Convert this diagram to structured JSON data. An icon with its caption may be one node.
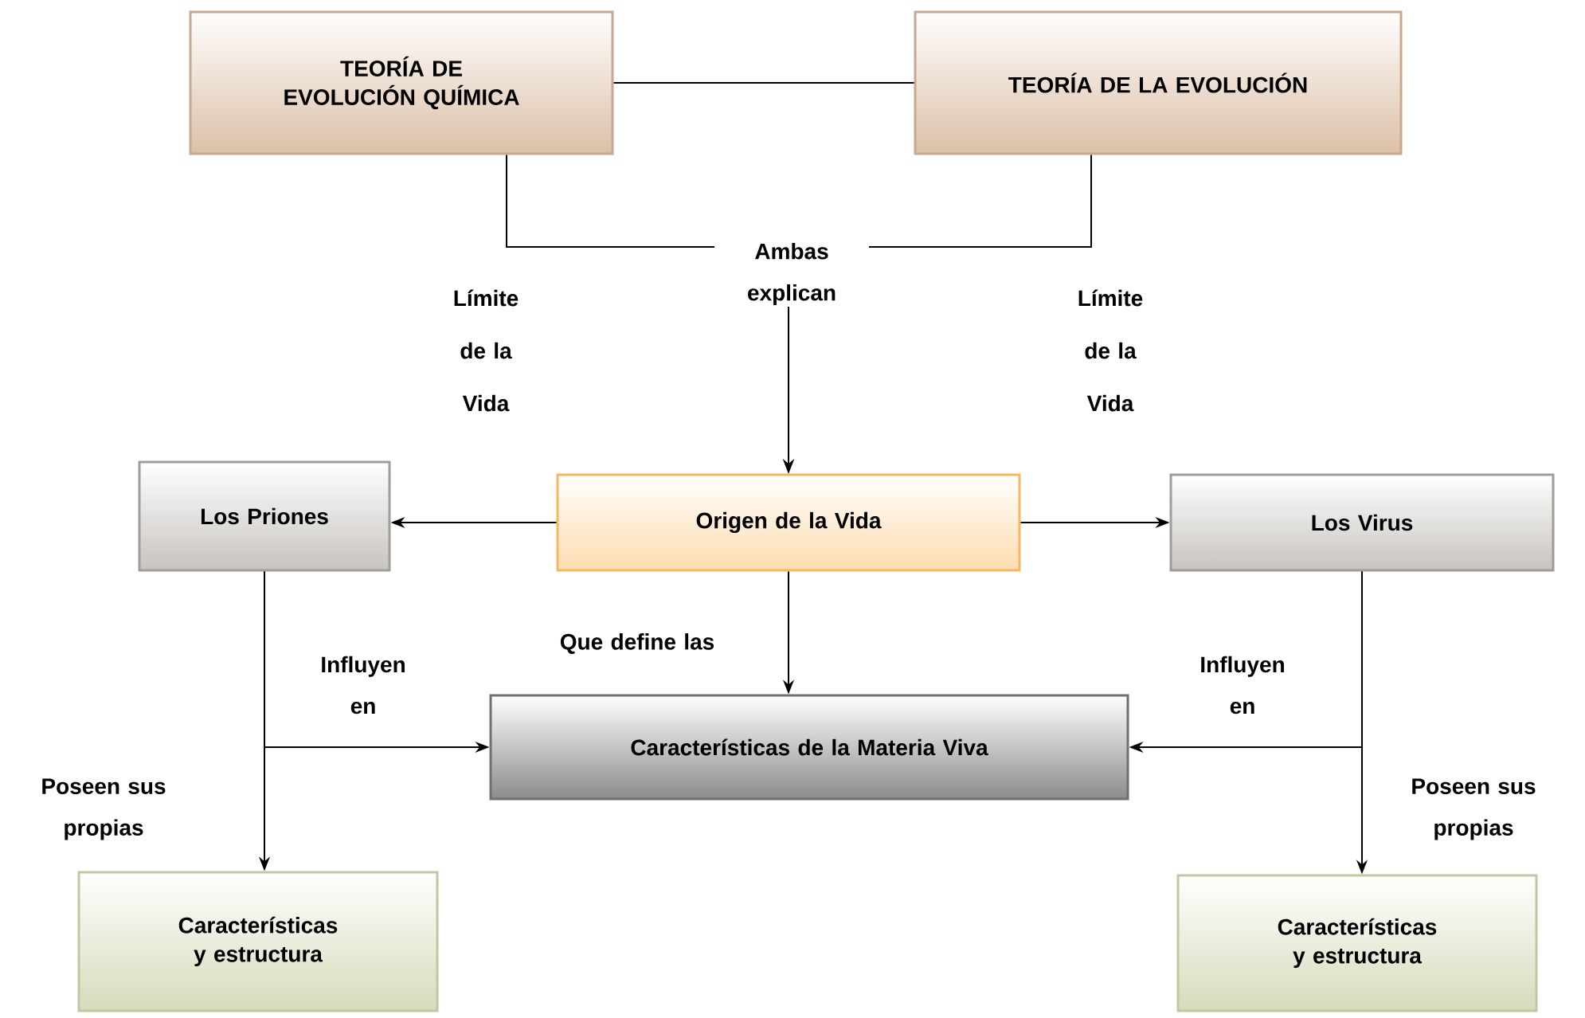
{
  "diagram": {
    "nodes": [
      {
        "text": [
          "TEORÍA DE EVOLUCIÓN QUÍMICA"
        ]
      },
      {
        "text": [
          "TEORÍA DE LA EVOLUCIÓN"
        ]
      },
      {
        "text": [
          "Origen de la Vida"
        ]
      },
      {
        "text": [
          "Los Priones"
        ]
      },
      {
        "text": [
          "Los Virus"
        ]
      },
      {
        "text": [
          "Características de la Materia Viva"
        ]
      },
      {
        "text": [
          "Características y estructura"
        ]
      },
      {
        "text": [
          "Características y estructura"
        ]
      }
    ],
    "edges": [
      {
        "from": 0,
        "to": 1,
        "arrow": "none"
      },
      {
        "from": 0,
        "to": 2,
        "arrow": "to",
        "label": "Ambas explican"
      },
      {
        "from": 1,
        "to": 2,
        "arrow": "to"
      },
      {
        "from": 2,
        "to": 3,
        "arrow": "to"
      },
      {
        "from": 2,
        "to": 4,
        "arrow": "to"
      },
      {
        "from": 2,
        "to": 5,
        "arrow": "to",
        "label": "Que define las"
      },
      {
        "from": 3,
        "to": 5,
        "arrow": "to",
        "label": "Influyen en"
      },
      {
        "from": 3,
        "to": 6,
        "arrow": "to",
        "label": "Poseen sus propias"
      },
      {
        "from": 4,
        "to": 5,
        "arrow": "to",
        "label": "Influyen en"
      },
      {
        "from": 4,
        "to": 7,
        "arrow": "to",
        "label": "Poseen sus propias"
      }
    ],
    "labels": [
      "Límite de la Vida",
      "Límite de la Vida"
    ]
  }
}
